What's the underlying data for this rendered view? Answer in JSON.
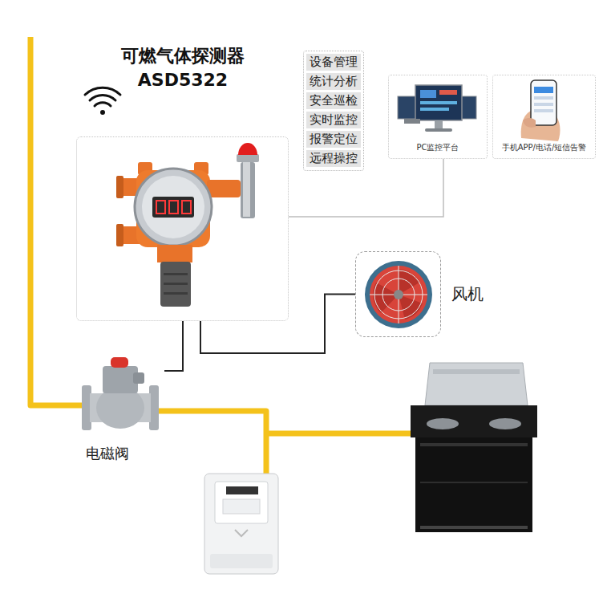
{
  "diagram": {
    "nodes": [
      {
        "text": [
          "可燃气体探测器 ASD5322"
        ]
      },
      {
        "text": [
          "设备管理",
          "统计分析",
          "安全巡检",
          "实时监控",
          "报警定位",
          "远程操控"
        ]
      },
      {
        "text": [
          "PC监控平台"
        ]
      },
      {
        "text": [
          "手机APP/电话/短信告警"
        ]
      },
      {
        "text": [
          "风机"
        ]
      },
      {
        "text": [
          "电磁阀"
        ]
      }
    ],
    "edges": [
      {
        "from": 0,
        "to": 2,
        "arrow": "none"
      },
      {
        "from": 0,
        "to": 4,
        "arrow": "none"
      },
      {
        "from": 0,
        "to": 5,
        "arrow": "none"
      }
    ]
  }
}
